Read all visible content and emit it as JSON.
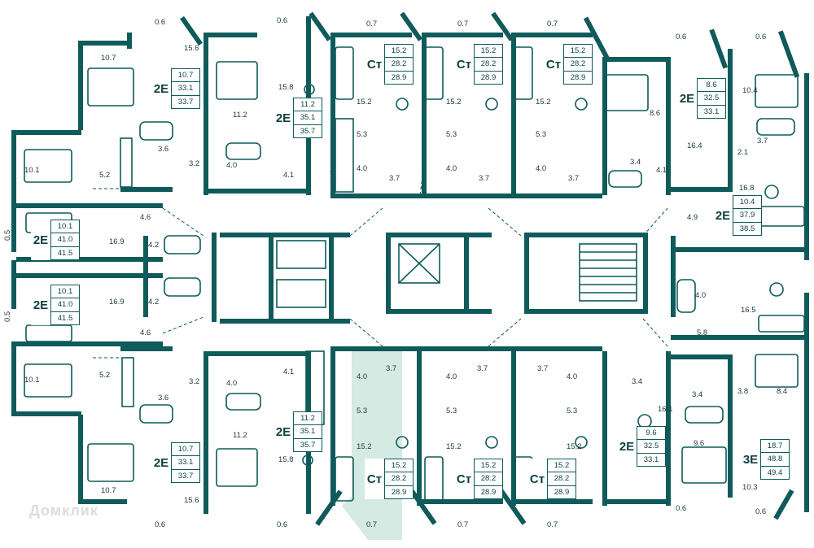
{
  "units": [
    {
      "type": "2Е",
      "nums": [
        "10.7",
        "33.1",
        "33.7"
      ]
    },
    {
      "type": "2Е",
      "nums": [
        "11.2",
        "35.1",
        "35.7"
      ]
    },
    {
      "type": "Ст",
      "nums": [
        "15.2",
        "28.2",
        "28.9"
      ]
    },
    {
      "type": "Ст",
      "nums": [
        "15.2",
        "28.2",
        "28.9"
      ]
    },
    {
      "type": "Ст",
      "nums": [
        "15.2",
        "28.2",
        "28.9"
      ]
    },
    {
      "type": "2Е",
      "nums": [
        "8.6",
        "32.5",
        "33.1"
      ]
    },
    {
      "type": "2Е",
      "nums": [
        "10.4",
        "37.9",
        "38.5"
      ]
    },
    {
      "type": "2Е",
      "nums": [
        "10.1",
        "41.0",
        "41.5"
      ]
    },
    {
      "type": "2Е",
      "nums": [
        "10.1",
        "41.0",
        "41.5"
      ]
    },
    {
      "type": "2Е",
      "nums": [
        "10.7",
        "33.1",
        "33.7"
      ]
    },
    {
      "type": "2Е",
      "nums": [
        "11.2",
        "35.1",
        "35.7"
      ]
    },
    {
      "type": "Ст",
      "nums": [
        "15.2",
        "28.2",
        "28.9"
      ]
    },
    {
      "type": "Ст",
      "nums": [
        "15.2",
        "28.2",
        "28.9"
      ]
    },
    {
      "type": "Ст",
      "nums": [
        "15.2",
        "28.2",
        "28.9"
      ]
    },
    {
      "type": "2Е",
      "nums": [
        "9.6",
        "32.5",
        "33.1"
      ]
    },
    {
      "type": "3Е",
      "nums": [
        "18.7",
        "48.8",
        "49.4"
      ]
    }
  ],
  "labels": [
    "0.6",
    "15.6",
    "10.7",
    "15.8",
    "11.2",
    "0.6",
    "0.7",
    "15.2",
    "5.3",
    "4.0",
    "3.7",
    "0.7",
    "15.2",
    "5.3",
    "4.0",
    "3.7",
    "0.7",
    "15.2",
    "5.3",
    "4.0",
    "3.7",
    "8.6",
    "3.4",
    "4.1",
    "0.6",
    "0.6",
    "10.4",
    "16.4",
    "3.7",
    "2.1",
    "16.8",
    "4.9",
    "3.6",
    "3.2",
    "10.1",
    "5.2",
    "4.0",
    "4.1",
    "4.6",
    "0.5",
    "16.9",
    "4.2",
    "16.9",
    "4.2",
    "0.5",
    "4.6",
    "10.1",
    "5.2",
    "3.6",
    "3.2",
    "4.0",
    "4.1",
    "10.7",
    "11.2",
    "15.8",
    "15.6",
    "0.6",
    "0.6",
    "4.0",
    "3.7",
    "5.3",
    "15.2",
    "0.7",
    "4.0",
    "3.7",
    "3.7",
    "5.3",
    "15.2",
    "0.7",
    "4.0",
    "5.3",
    "15.2",
    "0.7",
    "4.0",
    "16.5",
    "5.8",
    "3.4",
    "3.4",
    "3.8",
    "8.4",
    "16.1",
    "9.6",
    "10.3",
    "0.6",
    "0.6"
  ],
  "watermark": "Домклик"
}
